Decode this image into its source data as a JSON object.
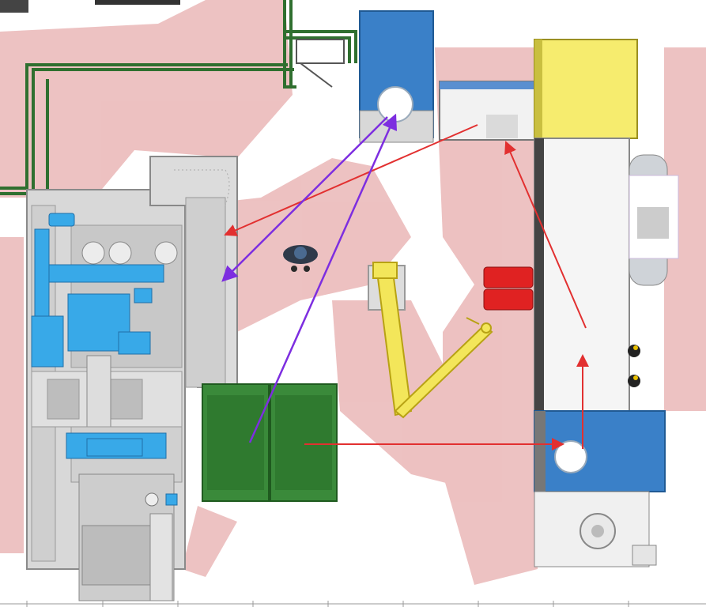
{
  "view": {
    "background": "#ffffff",
    "shadow_color": "#e8b4b4",
    "colors": {
      "blue": "#3a80c8",
      "cyan": "#38a9e8",
      "green": "#3a8a3a",
      "green_dark": "#2f6f2f",
      "yellow": "#f6ec6e",
      "red": "#e23030",
      "purple": "#7d2ee0",
      "grey": "#d4d4d4",
      "grey_dark": "#9a9a9a"
    }
  },
  "flows": [
    {
      "kind": "material",
      "color": "red"
    },
    {
      "kind": "material",
      "color": "red"
    },
    {
      "kind": "material",
      "color": "red"
    },
    {
      "kind": "operator",
      "color": "purple"
    },
    {
      "kind": "operator",
      "color": "purple"
    }
  ],
  "icons": {
    "operator": "person-top-view-icon",
    "robot": "robot-arm-icon",
    "fire": "fire-extinguisher-icon"
  }
}
